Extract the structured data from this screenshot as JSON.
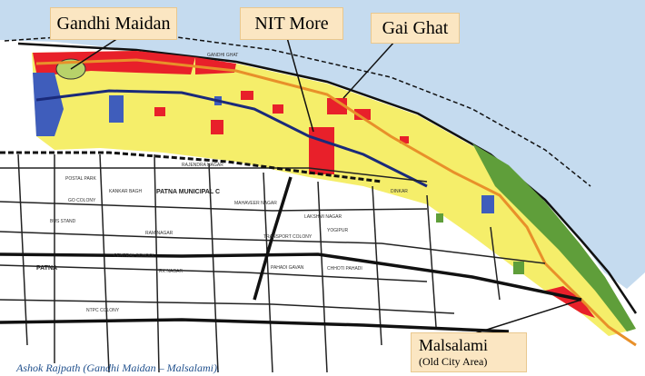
{
  "callouts": {
    "gandhi_maidan": "Gandhi Maidan",
    "nit_more": "NIT More",
    "gai_ghat": "Gai Ghat",
    "malsalami": "Malsalami",
    "malsalami_sub": "(Old City Area)"
  },
  "map_labels": {
    "gandhi_ghat": "GANDHI GHAT",
    "patna_municipal": "PATNA MUNICIPAL C",
    "patna": "PATNA",
    "kankar_bagh": "KANKAR BAGH",
    "rajendra_nagar": "RAJENDRA NAGAR",
    "lakshmi_nagar": "LAKSHMI NAGAR",
    "transport_colony": "TRANSPORT COLONY",
    "ram_nagar": "RAM NAGAR",
    "central_school": "CENTRAL SCHOOL",
    "rk_nagar": "RK NAGAR",
    "ntpc_colony": "NTPC COLONY",
    "pahadi_gavan": "PAHADI GAVAN",
    "chhoti_pahadi": "CHHOTI PAHADI",
    "dinkar": "DINKAR",
    "postal_park": "POSTAL PARK",
    "go_colony": "GO COLONY",
    "bus_stand": "BUS STAND",
    "mahaveer_nagar": "MAHAVEER NAGAR",
    "yogipur": "YOGIPUR"
  },
  "caption": "Ashok Rajpath (Gandhi Maidan – Malsalami).",
  "colors": {
    "river": "#c5dbef",
    "mixed_use": "#f5ee6a",
    "commercial": "#e8202a",
    "public": "#3f5dbb",
    "green": "#5f9e3a",
    "road": "#e8902a",
    "callout_bg": "#fbe6c2",
    "caption": "#1f4f8c"
  }
}
